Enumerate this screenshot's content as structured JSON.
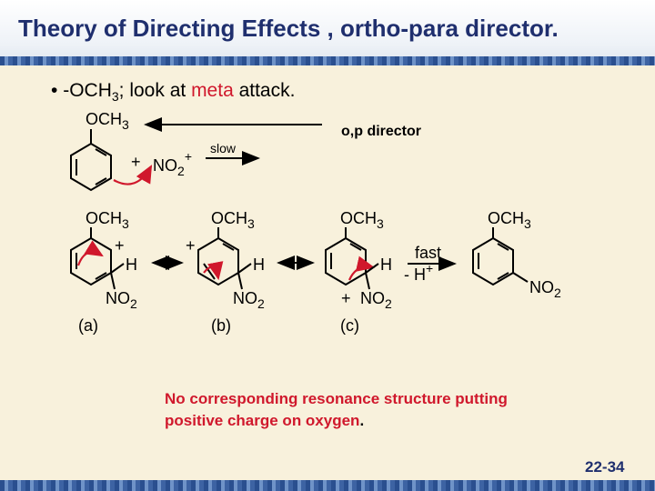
{
  "title": "Theory of Directing Effects , ortho-para director.",
  "bullet": {
    "symbol": "•",
    "prefix": "-OCH",
    "sub": "3",
    "middle": "; look at ",
    "highlight": "meta",
    "suffix": " attack."
  },
  "scheme": {
    "director_label": "o,p director",
    "slow_label": "slow",
    "fast_label": "fast",
    "minus_h_label": "- H",
    "plus": "+",
    "och3": "OCH",
    "och3_sub": "3",
    "no2_n": "N",
    "no2_o": "O",
    "no2_sub": "2",
    "h": "H",
    "labels": [
      "(a)",
      "(b)",
      "(c)"
    ]
  },
  "note": {
    "line1": "No corresponding resonance structure putting",
    "line2": "positive charge on oxygen",
    "end": "."
  },
  "slide_number": "22-34",
  "colors": {
    "title": "#1f2f6e",
    "accent_red": "#d0182c",
    "background": "#f8f1dc"
  }
}
